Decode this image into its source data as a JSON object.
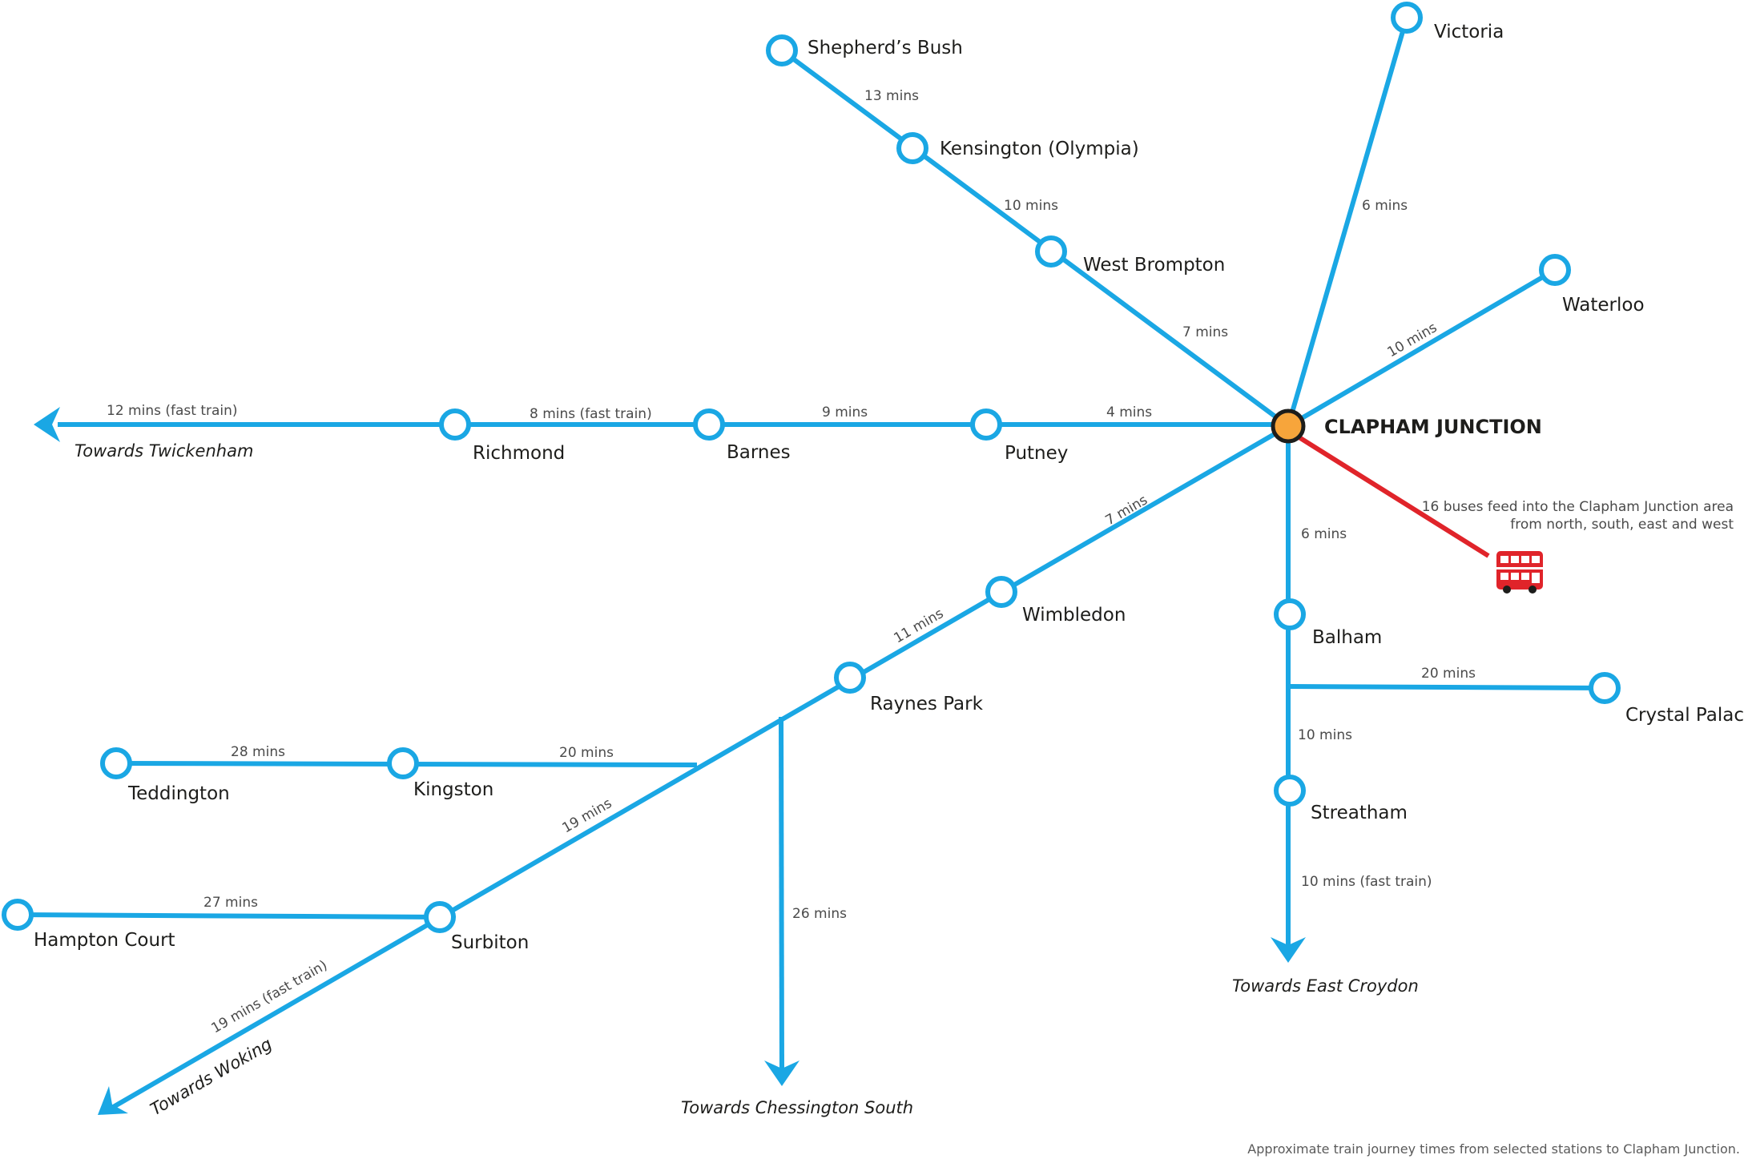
{
  "hub": {
    "label": "CLAPHAM JUNCTION"
  },
  "stations": {
    "victoria": "Victoria",
    "waterloo": "Waterloo",
    "shepherds_bush": "Shepherd’s Bush",
    "kensington_olympia": "Kensington (Olympia)",
    "west_brompton": "West Brompton",
    "putney": "Putney",
    "barnes": "Barnes",
    "richmond": "Richmond",
    "wimbledon": "Wimbledon",
    "raynes_park": "Raynes Park",
    "kingston": "Kingston",
    "teddington": "Teddington",
    "surbiton": "Surbiton",
    "hampton_court": "Hampton Court",
    "balham": "Balham",
    "crystal_palace": "Crystal Palace",
    "streatham": "Streatham"
  },
  "times": {
    "victoria": "6 mins",
    "waterloo": "10 mins",
    "shepherds_bush": "13 mins",
    "kensington": "10 mins",
    "west_brompton": "7 mins",
    "putney": "4 mins",
    "barnes": "9 mins",
    "richmond": "8 mins (fast train)",
    "twickenham": "12 mins (fast train)",
    "wimbledon": "7 mins",
    "raynes_park": "11 mins",
    "kingston": "20 mins",
    "teddington": "28 mins",
    "surbiton": "19 mins",
    "hampton_court": "27 mins",
    "woking": "19 mins (fast train)",
    "chessington": "26 mins",
    "balham": "6 mins",
    "crystal_palace": "20 mins",
    "streatham": "10 mins",
    "east_croydon": "10 mins (fast train)"
  },
  "towards": {
    "twickenham": "Towards Twickenham",
    "woking": "Towards Woking",
    "chessington": "Towards Chessington South",
    "east_croydon": "Towards East Croydon"
  },
  "bus_note": {
    "line1": "16 buses feed into the Clapham Junction area",
    "line2": "from north, south, east and west"
  },
  "footnote": "Approximate train journey times from selected stations to Clapham Junction.",
  "colors": {
    "line": "#1aa7e4",
    "bus_line": "#e0242a",
    "hub": "#f7a53b",
    "bus": "#e0242a"
  },
  "icons": {
    "bus": "double-decker-bus-icon"
  }
}
